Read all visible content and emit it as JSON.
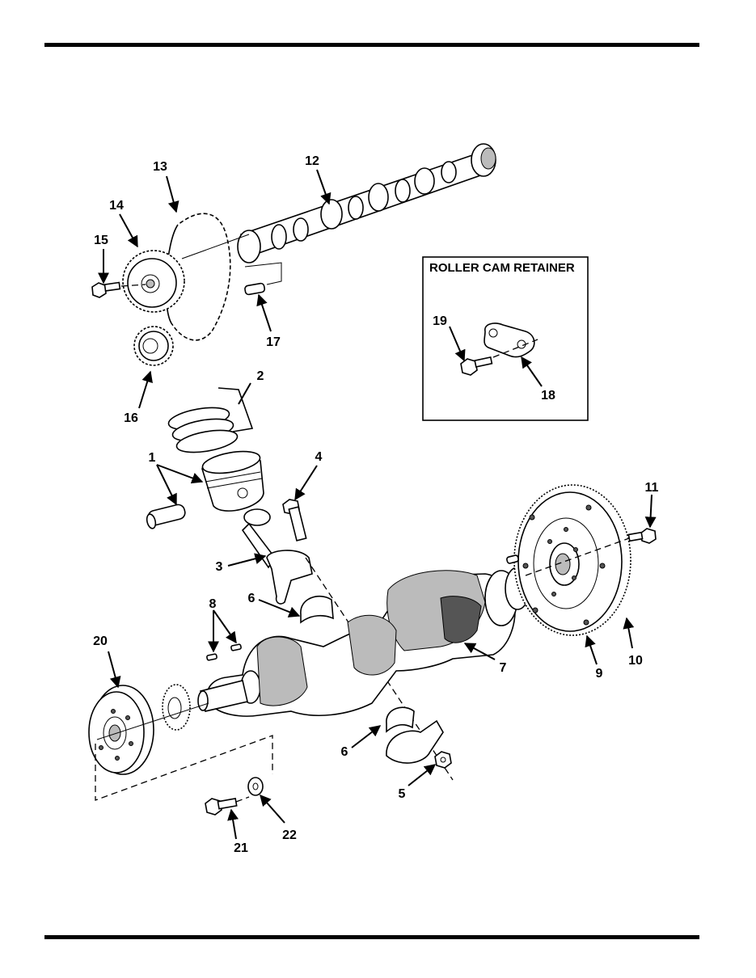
{
  "inset": {
    "title": "ROLLER CAM RETAINER"
  },
  "callouts": {
    "c1": "1",
    "c2": "2",
    "c3": "3",
    "c4": "4",
    "c5": "5",
    "c6a": "6",
    "c6b": "6",
    "c7": "7",
    "c8": "8",
    "c9": "9",
    "c10": "10",
    "c11": "11",
    "c12": "12",
    "c13": "13",
    "c14": "14",
    "c15": "15",
    "c16": "16",
    "c17": "17",
    "c18": "18",
    "c19": "19",
    "c20": "20",
    "c21": "21",
    "c22": "22"
  }
}
